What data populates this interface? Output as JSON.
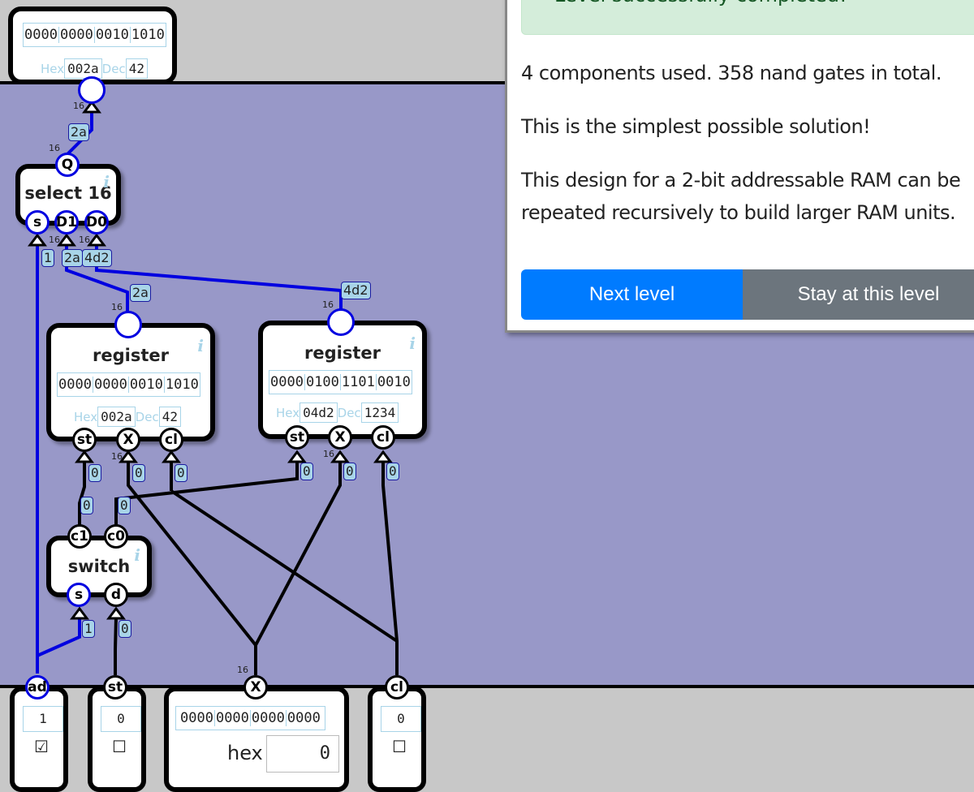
{
  "output_display": {
    "bits": [
      "0000",
      "0000",
      "0010",
      "1010"
    ],
    "hex_label": "Hex",
    "hex": "002a",
    "dec_label": "Dec",
    "dec": "42"
  },
  "select": {
    "title": "select 16",
    "pins": {
      "out": "Q",
      "s": "s",
      "d1": "D1",
      "d0": "D0"
    },
    "out_tag": "2a",
    "in_tags": {
      "s": "1",
      "d1": "2a",
      "d0": "4d2"
    },
    "width": "16"
  },
  "register_a": {
    "title": "register",
    "bits": [
      "0000",
      "0000",
      "0010",
      "1010"
    ],
    "hex_label": "Hex",
    "hex": "002a",
    "dec_label": "Dec",
    "dec": "42",
    "out_tag": "2a",
    "pins": {
      "st": "st",
      "x": "X",
      "cl": "cl"
    },
    "in_tags": {
      "st": "0",
      "x": "0",
      "cl": "0"
    }
  },
  "register_b": {
    "title": "register",
    "bits": [
      "0000",
      "0100",
      "1101",
      "0010"
    ],
    "hex_label": "Hex",
    "hex": "04d2",
    "dec_label": "Dec",
    "dec": "1234",
    "out_tag": "4d2",
    "pins": {
      "st": "st",
      "x": "X",
      "cl": "cl"
    },
    "in_tags": {
      "st": "0",
      "x": "0",
      "cl": "0"
    }
  },
  "switch": {
    "title": "switch",
    "pins": {
      "c1": "c1",
      "c0": "c0",
      "s": "s",
      "d": "d"
    },
    "out_tags": {
      "c1": "0",
      "c0": "0"
    },
    "in_tags": {
      "s": "1",
      "d": "0"
    }
  },
  "inputs": {
    "ad": {
      "label": "ad",
      "value": "1",
      "checked": "☑"
    },
    "st": {
      "label": "st",
      "value": "0",
      "checked": "☐"
    },
    "x": {
      "label": "X",
      "bits": [
        "0000",
        "0000",
        "0000",
        "0000"
      ],
      "hex_label": "hex",
      "hex_value": "0",
      "width": "16"
    },
    "cl": {
      "label": "cl",
      "value": "0",
      "checked": "☐"
    }
  },
  "dialog": {
    "alert": "Level successfully completed!",
    "stats": "4 components used. 358 nand gates in total.",
    "simplest": "This is the simplest possible solution!",
    "note_line1": "This design for a 2-bit addressable RAM can be",
    "note_line2": "repeated recursively to build larger RAM units.",
    "next_button": "Next level",
    "stay_button": "Stay at this level"
  },
  "colors": {
    "canvas": "#9898c8",
    "active_wire": "#0000e0",
    "primary": "#007bff",
    "secondary": "#6c757d",
    "success_bg": "#d4edda"
  }
}
